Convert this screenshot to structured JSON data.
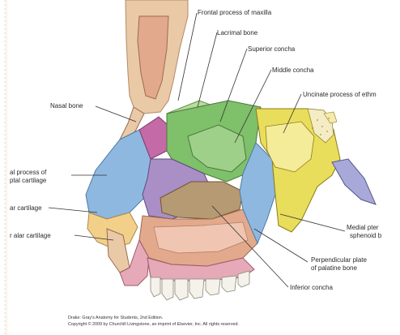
{
  "labels": {
    "frontal_process_maxilla": "Frontal process of maxilla",
    "lacrimal_bone": "Lacrimal bone",
    "superior_concha": "Superior concha",
    "middle_concha": "Middle concha",
    "uncinate_process": "Uncinate process of ethm",
    "nasal_bone": "Nasal bone",
    "lateral_process_line1": "al process of",
    "lateral_process_line2": "ptal cartilage",
    "major_alar_cartilage": "ar cartilage",
    "minor_alar_cartilage": "r alar cartilage",
    "medial_pterygoid_line1": "Medial pter",
    "medial_pterygoid_line2": "sphenoid b",
    "perpendicular_plate_line1": "Perpendicular plate",
    "perpendicular_plate_line2": "of palatine bone",
    "inferior_concha": "Inferior concha"
  },
  "credits": {
    "line1": "Drake: Gray's Anatomy for Students, 2nd Edition.",
    "line2": "Copyright © 2009 by Churchill Livingstone, an imprint of Elsevier, Inc. All rights reserved."
  },
  "colors": {
    "bone_tan": "#e9c9a6",
    "bone_pink": "#e3a98c",
    "lacrimal_green": "#9ed08a",
    "concha_green": "#7fc06a",
    "yellow": "#e9dd5c",
    "blue": "#8fb8e0",
    "magenta": "#c46aa6",
    "purple": "#a98fc6",
    "brown": "#b59a73",
    "teeth": "#f4f2ea",
    "gum": "#e6a9b8"
  }
}
